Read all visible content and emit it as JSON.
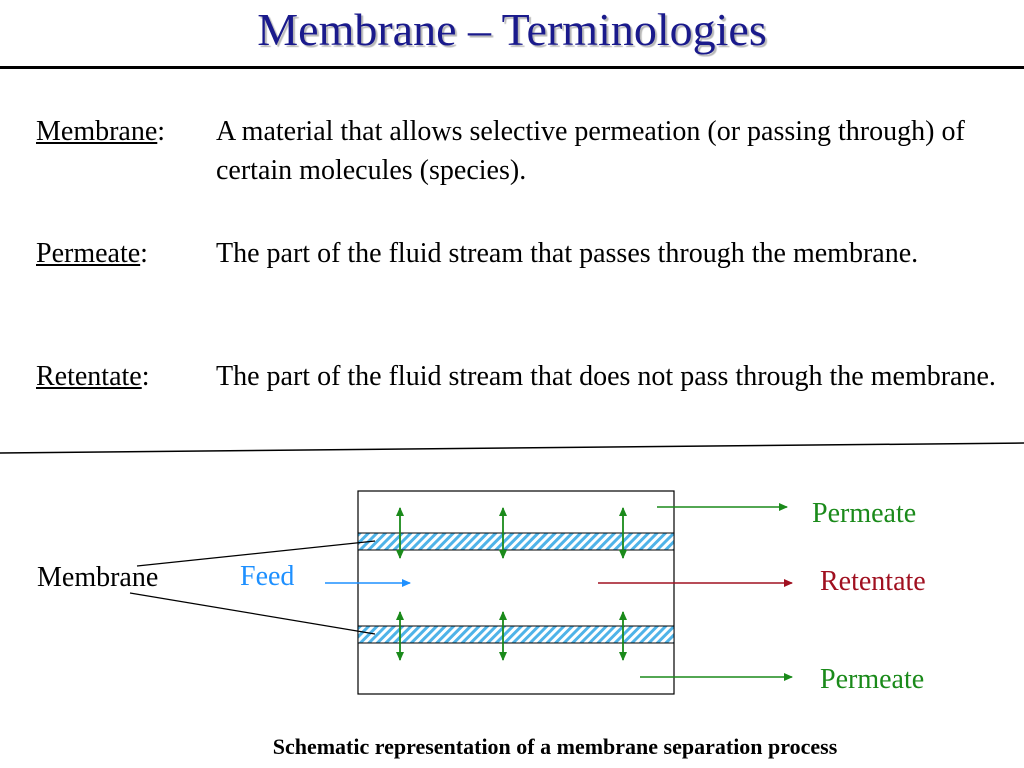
{
  "title": "Membrane – Terminologies",
  "definitions": [
    {
      "term": "Membrane",
      "separator": ":",
      "description": "A material that allows selective permeation (or passing through) of certain molecules (species)."
    },
    {
      "term": "Permeate",
      "separator": ":",
      "description": "The part of the fluid stream that passes through the membrane."
    },
    {
      "term": "Retentate",
      "separator": ":",
      "description": "The part of the fluid stream that does not pass through the membrane."
    }
  ],
  "diagram": {
    "membrane_label": "Membrane",
    "feed_label": "Feed",
    "permeate_top_label": "Permeate",
    "retentate_label": "Retentate",
    "permeate_bottom_label": "Permeate",
    "caption": "Schematic representation of a membrane separation process",
    "colors": {
      "title": "#1a1a8c",
      "feed": "#1e90ff",
      "permeate": "#1a8a1a",
      "retentate": "#a01020",
      "membrane_fill": "#4fb3e8"
    }
  }
}
